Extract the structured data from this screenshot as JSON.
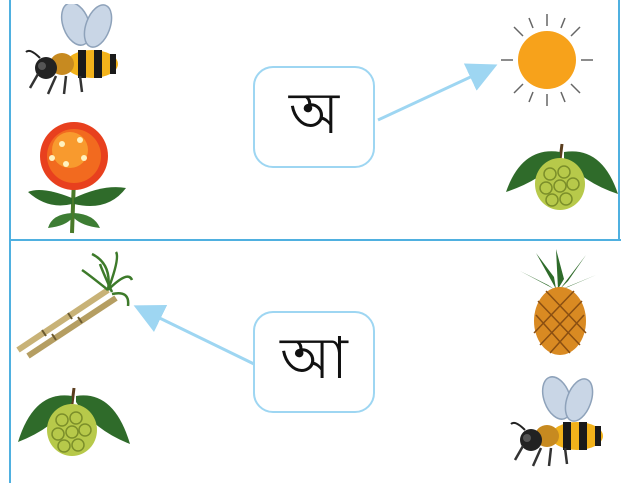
{
  "rows": [
    {
      "letter": "অ",
      "left_pictures": [
        "bee",
        "kadam-flower"
      ],
      "right_pictures": [
        "sun",
        "custard-apple"
      ],
      "arrow_target": "sun"
    },
    {
      "letter": "আ",
      "left_pictures": [
        "sugarcane",
        "custard-apple"
      ],
      "right_pictures": [
        "pineapple",
        "bee"
      ],
      "arrow_target": "sugarcane"
    }
  ],
  "colors": {
    "divider": "#4fb0e0",
    "box_border": "#9ed6f2",
    "arrow": "#9ed6f2"
  }
}
